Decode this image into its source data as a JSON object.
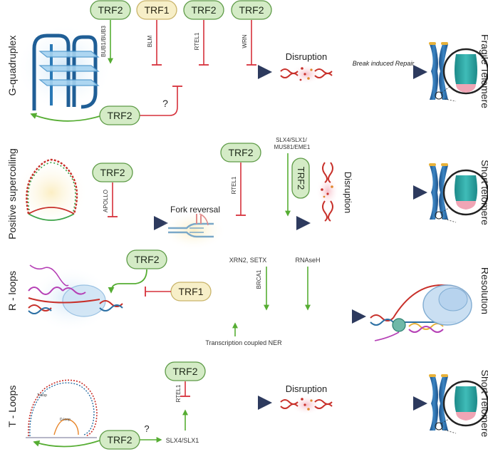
{
  "row1": {
    "side_label": "G-quadruplex",
    "proteins": [
      "TRF2",
      "TRF1",
      "TRF2",
      "TRF2"
    ],
    "factors": [
      "BUB1/BUB3",
      "BLM",
      "RTEL1",
      "WRN"
    ],
    "question_mark": "?",
    "bottom_protein": "TRF2",
    "disruption": "Disruption",
    "repair": "Break induced Repair",
    "outcome": "Fragile Telomere"
  },
  "row2": {
    "side_label": "Positive supercoiling",
    "protein_1": "TRF2",
    "factor_1": "APOLLO",
    "fork": "Fork reversal",
    "protein_2": "TRF2",
    "factor_2": "RTEL1",
    "nuclease": "SLX4/SLX1/\nMUS81/EME1",
    "vertical_protein": "TRF2",
    "disruption": "Disruption",
    "outcome": "Short telomere"
  },
  "row3": {
    "side_label": "R - loops",
    "protein_top": "TRF2",
    "protein_trf1": "TRF1",
    "xrn2": "XRN2, SETX",
    "brca1": "BRCA1",
    "rnaseh": "RNAseH",
    "ner": "Transcription coupled NER",
    "outcome": "Resolution"
  },
  "row4": {
    "side_label": "T - Loops",
    "tloop": "T-loop",
    "dloop": "D-loop",
    "protein_top": "TRF2",
    "factor": "RTEL1",
    "bottom_protein": "TRF2",
    "question_mark": "?",
    "slx": "SLX4/SLX1",
    "disruption": "Disruption",
    "outcome": "Short  Telomere"
  },
  "colors": {
    "trf2_fill": "#d4ebc6",
    "trf2_stroke": "#5e9b47",
    "trf1_fill": "#f7efc8",
    "trf1_stroke": "#c9b46a",
    "inhibit": "#d6303a",
    "promote": "#56ad33",
    "main_arrow": "#2d3a5e",
    "dna_red": "#c8302a",
    "dna_green": "#3aa347",
    "chromosome": "#2b6fa3",
    "telomere_teal": "#2aa3a0",
    "telomere_pink": "#f0a5b5"
  }
}
